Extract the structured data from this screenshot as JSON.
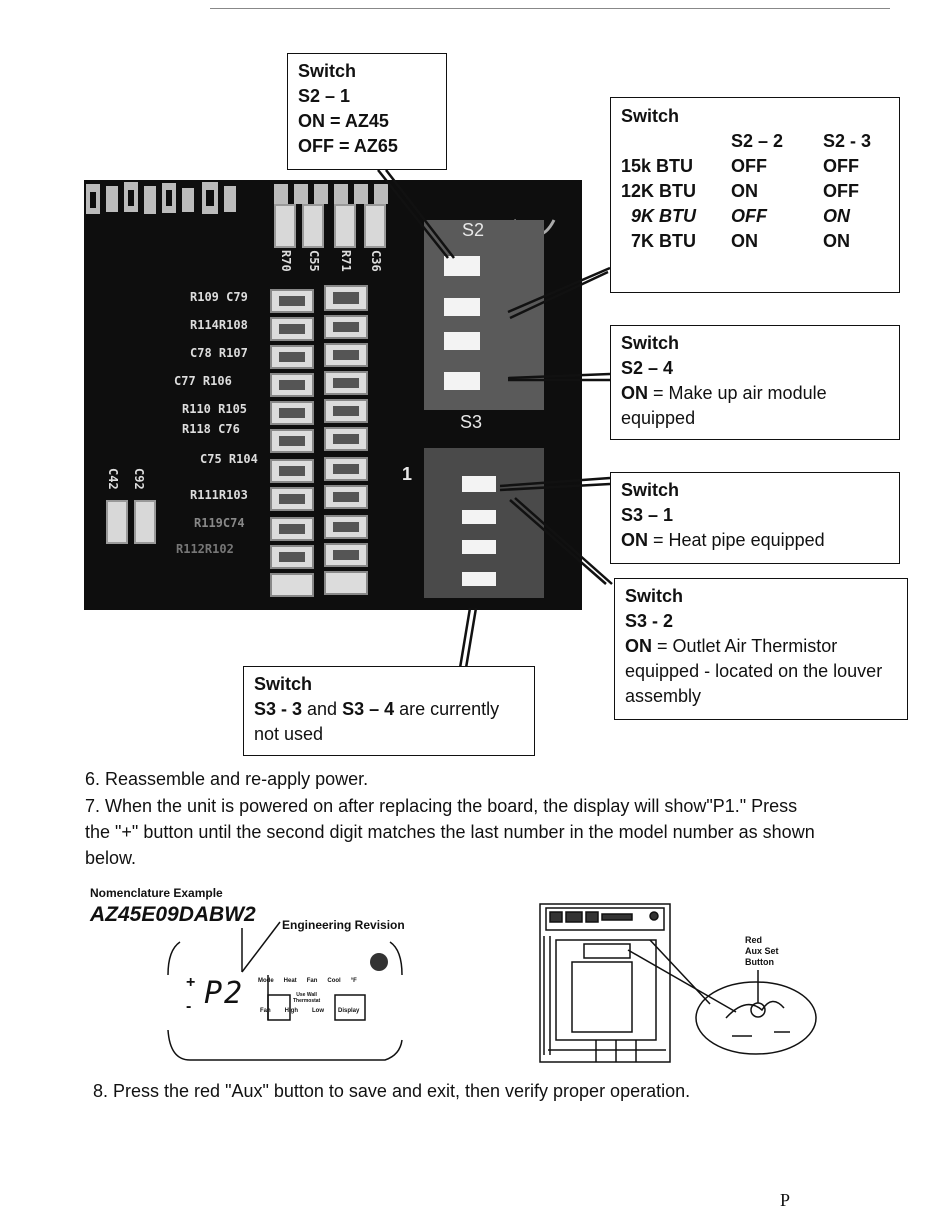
{
  "callouts": {
    "s2_1": {
      "heading": "Switch",
      "line1": "S2 – 1",
      "line2_key": "ON",
      "line2_val": " = AZ45",
      "line3_key": "OFF",
      "line3_val": " = AZ65"
    },
    "s2_table": {
      "heading": "Switch",
      "col1": "S2 – 2",
      "col2": "S2 - 3",
      "rows": [
        {
          "label": "15k BTU",
          "c1": "OFF",
          "c2": "OFF"
        },
        {
          "label": "12K BTU",
          "c1": "ON",
          "c2": "OFF"
        },
        {
          "label": "9K BTU",
          "c1": "OFF",
          "c2": "ON"
        },
        {
          "label": "7K BTU",
          "c1": "ON",
          "c2": "ON"
        }
      ]
    },
    "s2_4": {
      "heading": "Switch",
      "line1": "S2 – 4",
      "key": "ON",
      "text": " = Make up air module equipped"
    },
    "s3_1": {
      "heading": "Switch",
      "line1": "S3 – 1",
      "key": "ON",
      "text": " = Heat pipe equipped"
    },
    "s3_2": {
      "heading": "Switch",
      "line1": "S3 - 2",
      "key": "ON",
      "text": " = Outlet Air Thermistor equipped - located on the louver assembly"
    },
    "s3_3": {
      "heading": "Switch",
      "key1": "S3 - 3",
      "mid": " and ",
      "key2": "S3 – 4",
      "text": " are currently not used"
    }
  },
  "board": {
    "s2_label": "S2",
    "s3_label": "S3",
    "pin1_label": "1",
    "refs": [
      "R109 C79",
      "R114R108",
      "C78 R107",
      "C77  R106",
      "R110 R105",
      "R118 C76",
      "C75 R104",
      "R111R103",
      "R119C74",
      "R112R102"
    ],
    "vertical_refs": [
      "R70",
      "C55",
      "R71",
      "C36"
    ],
    "left_refs": [
      "C42",
      "C92"
    ]
  },
  "steps": {
    "step6": "6. Reassemble and re-apply power.",
    "step7": "7. When the unit is powered on after replacing the board, the display will show\"P1.\" Press the \"+\" button until the second digit matches the last number in the model number as shown below.",
    "step8": "8. Press the red \"Aux\" button to save and exit, then verify proper operation."
  },
  "nomenclature": {
    "heading": "Nomenclature Example",
    "model": "AZ45E09DABW2",
    "rev_label": "Engineering Revision",
    "display_text": "P2",
    "plus": "+",
    "minus": "-",
    "panel_top": [
      "Mode",
      "Heat",
      "Fan",
      "Cool",
      "°F"
    ],
    "panel_mid": [
      "Use Wall",
      "Thermostat"
    ],
    "panel_bottom": [
      "Fan",
      "High",
      "Low",
      "Display"
    ]
  },
  "unit_figure": {
    "label_line1": "Red",
    "label_line2": "Aux Set",
    "label_line3": "Button"
  },
  "page_number": "P"
}
